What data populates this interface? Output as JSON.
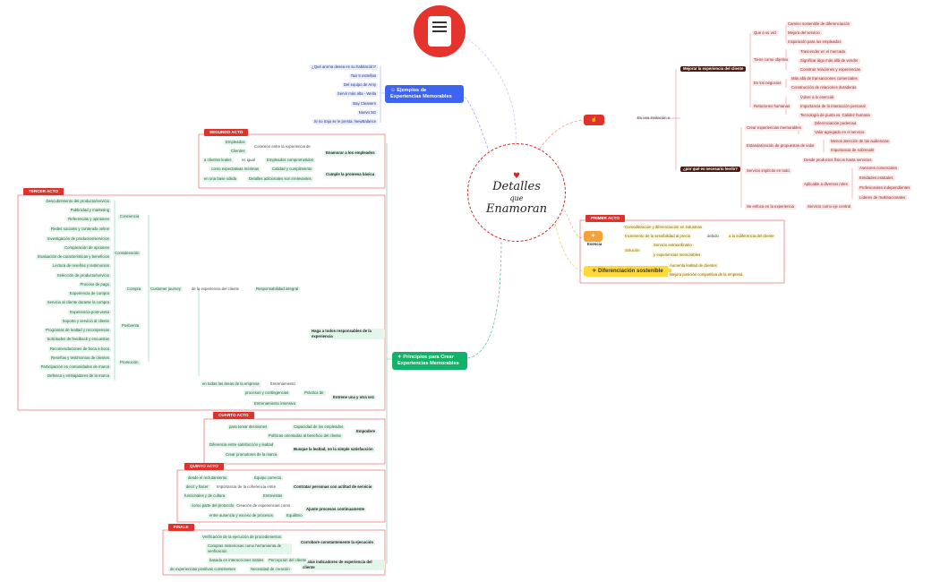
{
  "center": {
    "line1": "Detalles",
    "line2": "que",
    "line3": "Enamoran"
  },
  "ejemplos": {
    "title": "Ejemplos de Experiencias Memorables",
    "items": [
      "¿Qué aroma desea en su habitación?",
      "Taxi 5 estrellas",
      "Del equipo de Amy",
      "Servir más alta - Wella",
      "Bay Cleaners",
      "Nuevo 5G",
      "Si no trajo se le presta. NewBalance"
    ]
  },
  "invitacion": {
    "label": "Es una invitación a",
    "mejorar": {
      "title": "Mejorar la experiencia del cliente",
      "groups": [
        {
          "label": "Que a su vez",
          "items": [
            "Camino sostenible de diferenciación",
            "Mejora del servicio",
            "Inspiración para los empleados"
          ]
        },
        {
          "label": "Tiene como objetivo",
          "items": [
            "Trascender en el mercado",
            "Significar algo más allá de vender",
            "Construir relaciones y experiencias"
          ]
        },
        {
          "label": "En los negocios",
          "items": [
            "Más allá de transacciones comerciales",
            "Construcción de relaciones duraderas"
          ]
        },
        {
          "label": "Relaciones humanas",
          "items": [
            "Volver a lo esencial",
            "Importancia de la interacción personal",
            "Tecnología de punta vs. Calidez humana"
          ]
        }
      ]
    },
    "porque": {
      "title": "¿por qué es necesario leerlo?",
      "crear": {
        "label": "Crear experiencias memorables",
        "items": [
          "Diferenciación poderosa",
          "Valor agregado en el servicio"
        ]
      },
      "estandar": {
        "label": "Estandarización de propuestas de valor",
        "items": [
          "Menos atención de las audiencias",
          "Importancia de sobresalir"
        ]
      },
      "servicio": {
        "label": "Servicio implícito en todo",
        "top": "Desde productos físicos hasta servicios",
        "aplicable": "Aplicable a diversos roles",
        "roles": [
          "Asesores comerciales",
          "Entidades estatales",
          "Profesionales independientes",
          "Líderes de multinacionales"
        ]
      },
      "enfoca": {
        "label": "Se enfoca en la experiencia",
        "item": "Servicio como eje central"
      }
    }
  },
  "primer_acto": {
    "act": "PRIMER ACTO",
    "esencia": "Esencia",
    "e1": "Comoditización y diferenciación en industrias",
    "e2": "Incremento de la sensibilidad al precio",
    "debido": "debido",
    "indif": "a la indiferencia del cliente",
    "solucion": "Solución",
    "s1": "Servicio extraordinario",
    "s2": "y experiencias memorables",
    "diferenciacion": "Diferenciación sostenible",
    "d1": "Aumenta lealtad de clientes",
    "d2": "Mejora posición competitiva de la empresa"
  },
  "principios": {
    "title": "Principios para Crear Experiencias Memorables"
  },
  "segundo_acto": {
    "act": "SEGUNDO ACTO",
    "enamorar": "Enamorar a los empleados",
    "empleados": "Empleados",
    "clientes": "Clientes",
    "conexion": "Conexión entre la experiencia de",
    "leales": "a clientes leales",
    "esigual": "es igual",
    "comprometidos": "Empleados comprometidos",
    "cumple": "Cumple la promesa básica",
    "expect": "como expectativas mínimas",
    "calidad": "Calidad y cumplimiento",
    "solido": "en una base sólida",
    "detalles": "Detalles adicionales son irrelevantes"
  },
  "tercer_acto": {
    "act": "TERCER ACTO",
    "conciencia": "Conciencia",
    "c_items": [
      "Descubrimiento del producto/servicio",
      "Publicidad y marketing",
      "Referencias y opiniones",
      "Redes sociales y contenido online"
    ],
    "consideracion": "Consideración",
    "co_items": [
      "Investigación de productos/servicios",
      "Comparación de opciones",
      "Evaluación de características y beneficios",
      "Lectura de reseñas y testimonios"
    ],
    "compra": "Compra",
    "cp_items": [
      "Selección de producto/servicio",
      "Proceso de pago",
      "Experiencia de compra",
      "Servicio al cliente durante la compra"
    ],
    "postventa": "Postventa",
    "pv_items": [
      "Experiencia post-venta",
      "Soporte y servicio al cliente",
      "Programas de lealtad y recompensas",
      "Solicitudes de feedback y encuestas"
    ],
    "promocion": "Promoción",
    "pr_items": [
      "Recomendaciones de boca a boca",
      "Reseñas y testimonios de clientes",
      "Participación en comunidades de marca",
      "Defensa y embajadores de la marca"
    ],
    "journey": "Customer journey",
    "dela": "de la experiencia del cliente",
    "resp": "Responsabilidad integral",
    "hacer": "Haga a todos responsables de la experiencia",
    "areas": "en todas las áreas de la empresa",
    "entren": "Entrenamiento",
    "entrena": "Entrene una y otra vez",
    "procesos": "procesos y contingencias",
    "practica": "Práctica de",
    "intensivo": "Entrenamiento intensivo"
  },
  "cuarto_acto": {
    "act": "CUARTO ACTO",
    "empodere": "Empodere",
    "tomar": "para tomar decisiones",
    "capacidad": "Capacidad de los empleados",
    "politicas": "Políticas orientadas al beneficio del cliente",
    "busque": "Busque la lealtad, no la simple satisfacción",
    "diferencia": "Diferencia entre satisfacción y lealtad",
    "crear": "Crear promotores de la marca"
  },
  "quinto_acto": {
    "act": "QUINTO ACTO",
    "contratar": "Contratar personas con actitud de servicio",
    "desde": "desde el reclutamiento",
    "equipo": "Equipo correcto",
    "decir": "decir y hacer",
    "coherencia": "Importancia de la coherencia entre",
    "funcionales": "funcionales y de cultura",
    "entrevistas": "Entrevistas",
    "ajuste": "Ajuste procesos continuamente",
    "como": "como parte del protocolo",
    "creacion": "Creación de experiencias como",
    "entre": "entre ausencia y exceso de procesos",
    "equilibrio": "Equilibrio"
  },
  "finale": {
    "act": "FINALE",
    "corrobore": "Corrobore constantemente la ejecución",
    "verif": "Verificación de la ejecución de procedimientos",
    "compras": "Compras misteriosas como herramienta de verificación",
    "evalue": "Evalúe indicadores de experiencia del cliente",
    "basada": "basada en interacciones totales",
    "percepcion": "Percepción del cliente",
    "positivas": "de experiencias positivas consistentes",
    "necesidad": "Necesidad de creación"
  },
  "colors": {
    "red": "#e0312b",
    "blue": "#3d63f2",
    "green": "#13b26a",
    "orange": "#f6a23a",
    "yellow": "#ffd93a"
  }
}
